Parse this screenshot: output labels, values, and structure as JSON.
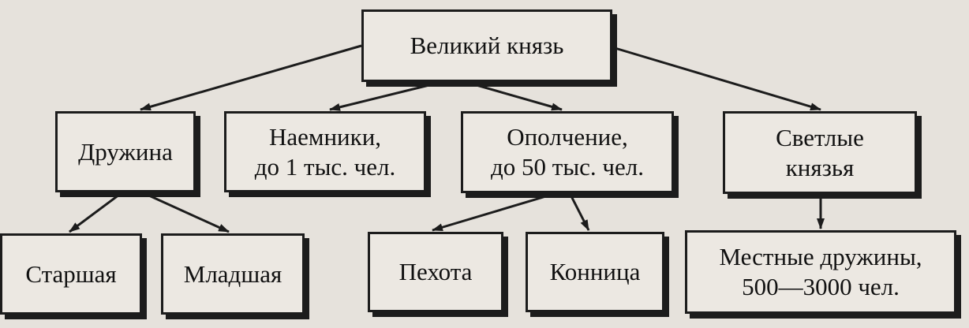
{
  "diagram": {
    "nodes": {
      "root": "Великий князь",
      "druzhina": "Дружина",
      "mercenaries": "Наемники,\nдо 1 тыс. чел.",
      "militia": "Ополчение,\nдо 50 тыс. чел.",
      "princes": "Светлые\nкнязья",
      "senior": "Старшая",
      "junior": "Младшая",
      "infantry": "Пехота",
      "cavalry": "Конница",
      "local": "Местные дружины,\n500—3000 чел."
    },
    "edges": [
      [
        "root",
        "druzhina"
      ],
      [
        "root",
        "mercenaries"
      ],
      [
        "root",
        "militia"
      ],
      [
        "root",
        "princes"
      ],
      [
        "druzhina",
        "senior"
      ],
      [
        "druzhina",
        "junior"
      ],
      [
        "militia",
        "infantry"
      ],
      [
        "militia",
        "cavalry"
      ],
      [
        "princes",
        "local"
      ]
    ]
  }
}
